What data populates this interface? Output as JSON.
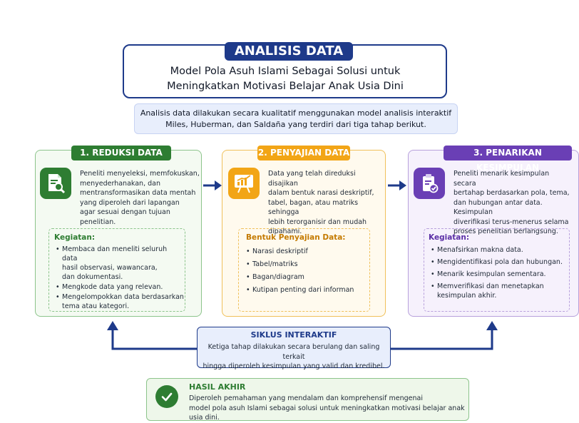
{
  "header": {
    "title": "ANALISIS DATA",
    "subtitle_line1": "Model Pola Asuh Islami Sebagai Solusi untuk",
    "subtitle_line2": "Meningkatkan Motivasi Belajar Anak Usia Dini"
  },
  "intro": {
    "line1": "Analisis data dilakukan secara kualitatif menggunakan model analisis interaktif",
    "line2": "Miles, Huberman, dan Saldaña yang terdiri dari tiga tahap berikut."
  },
  "stages": [
    {
      "title": "1. REDUKSI DATA",
      "icon": "document-search-icon",
      "color": "#2e7d32",
      "description": [
        "Peneliti menyeleksi, memfokuskan,",
        "menyederhanakan, dan",
        "mentransformasikan data mentah",
        "yang diperoleh dari lapangan",
        "agar sesuai dengan tujuan penelitian."
      ],
      "list_title": "Kegiatan:",
      "items": [
        "Membaca dan meneliti seluruh data",
        "hasil observasi, wawancara,",
        "dan dokumentasi.",
        "Mengkode data yang relevan.",
        "Mengelompokkan data berdasarkan",
        "tema atau kategori."
      ]
    },
    {
      "title": "2. PENYAJIAN DATA",
      "icon": "chart-board-icon",
      "color": "#f2a516",
      "description": [
        "Data yang telah direduksi disajikan",
        "dalam bentuk narasi deskriptif,",
        "tabel, bagan, atau matriks sehingga",
        "lebih terorganisir dan mudah",
        "dipahami."
      ],
      "list_title": "Bentuk Penyajian Data:",
      "items": [
        "Narasi deskriptif",
        "Tabel/matriks",
        "Bagan/diagram",
        "Kutipan penting dari informan"
      ]
    },
    {
      "title": "3. PENARIKAN KESIMPULAN",
      "icon": "clipboard-check-icon",
      "color": "#6a3fb5",
      "description": [
        "Peneliti menarik kesimpulan secara",
        "bertahap berdasarkan pola, tema,",
        "dan hubungan antar data. Kesimpulan",
        "diverifikasi terus-menerus selama",
        "proses penelitian berlangsung."
      ],
      "list_title": "Kegiatan:",
      "items": [
        "Menafsirkan makna data.",
        "Mengidentifikasi pola dan hubungan.",
        "Menarik kesimpulan sementara.",
        "Memverifikasi dan menetapkan",
        "kesimpulan akhir."
      ]
    }
  ],
  "cycle": {
    "title": "SIKLUS INTERAKTIF",
    "line1": "Ketiga tahap dilakukan secara berulang dan saling terkait",
    "line2": "hingga diperoleh kesimpulan yang valid dan kredibel."
  },
  "result": {
    "title": "HASIL AKHIR",
    "line1": "Diperoleh pemahaman yang mendalam dan komprehensif mengenai",
    "line2": "model pola asuh Islami sebagai solusi untuk meningkatkan motivasi belajar anak usia dini."
  },
  "colors": {
    "navy": "#1e3a8a",
    "green": "#2e7d32",
    "orange": "#f2a516",
    "purple": "#6a3fb5"
  }
}
